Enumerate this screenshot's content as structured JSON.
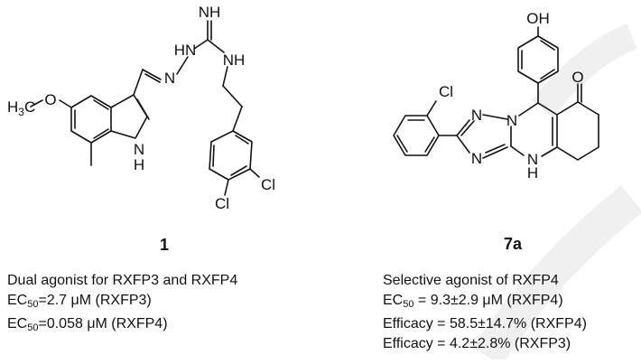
{
  "compound_1": {
    "label": "1",
    "atoms": {
      "nh_imine": "NH",
      "hn_hydrazide": "HN",
      "nh_amine": "NH",
      "n_azo": "N",
      "n_indole": "N",
      "h_indole": "H",
      "methoxy": "H",
      "methoxy_sub": "3",
      "methoxy_c": "C",
      "methoxy_o": "O",
      "cl_para": "Cl",
      "cl_meta": "Cl"
    },
    "description": {
      "line1": "Dual agonist for RXFP3 and RXFP4",
      "ec50_prefix": "EC",
      "ec50_sub": "50",
      "line2_rest": "=2.7 μM (RXFP3)",
      "line3_rest": "=0.058 μM (RXFP4)"
    }
  },
  "compound_7a": {
    "label": "7a",
    "atoms": {
      "oh": "OH",
      "cl": "Cl",
      "o_ketone": "O",
      "n_top": "N",
      "n_bridge": "N",
      "n_bottom": "N",
      "n_amine": "N",
      "h_amine": "H"
    },
    "description": {
      "line1": "Selective agonist of RXFP4",
      "ec50_prefix": "EC",
      "ec50_sub": "50",
      "line2_rest": " = 9.3±2.9 μM (RXFP4)",
      "line3": "Efficacy = 58.5±14.7% (RXFP4)",
      "line4": "Efficacy = 4.2±2.8% (RXFP3)"
    }
  }
}
